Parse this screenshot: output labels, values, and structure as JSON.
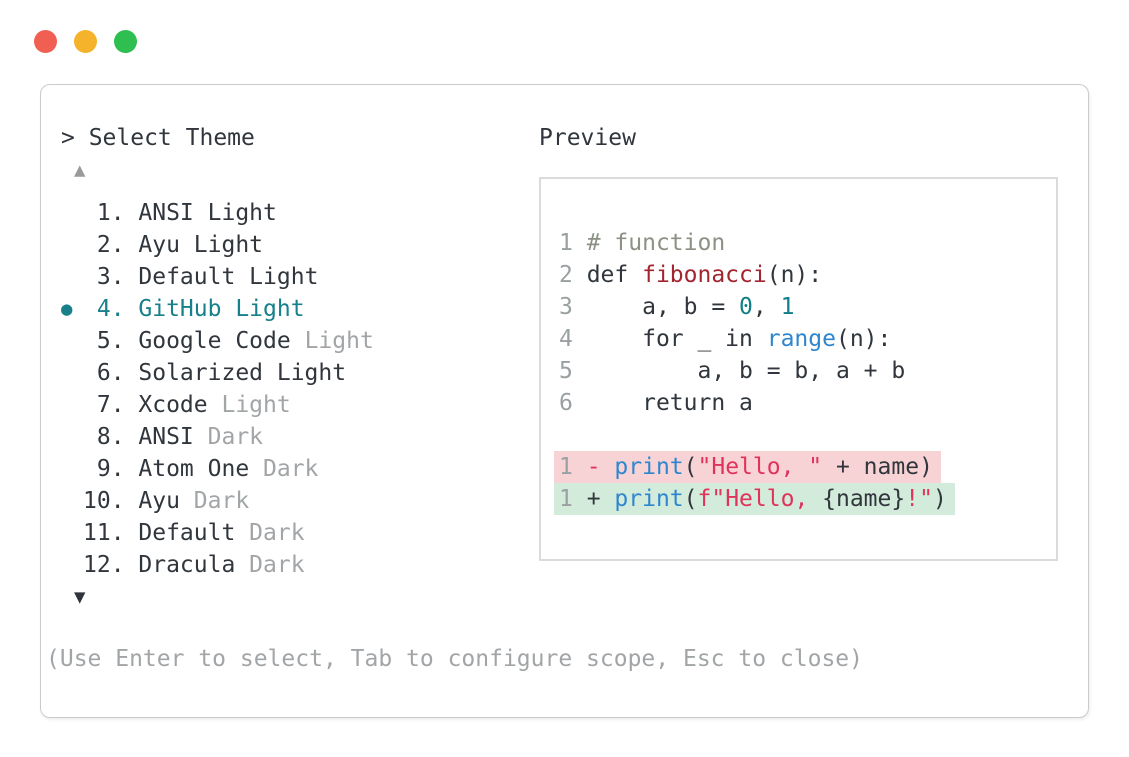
{
  "window": {
    "traffic_lights": [
      {
        "name": "close",
        "color": "#f15e52"
      },
      {
        "name": "minimize",
        "color": "#f4b32b"
      },
      {
        "name": "zoom",
        "color": "#2ebf50"
      }
    ]
  },
  "theme_picker": {
    "title": "> Select Theme",
    "scroll_up_indicator": "▲",
    "scroll_down_indicator": "▼",
    "items": [
      {
        "number": 1,
        "name": "ANSI",
        "variant": "Light",
        "variant_dim": false,
        "selected": false
      },
      {
        "number": 2,
        "name": "Ayu",
        "variant": "Light",
        "variant_dim": false,
        "selected": false
      },
      {
        "number": 3,
        "name": "Default",
        "variant": "Light",
        "variant_dim": false,
        "selected": false
      },
      {
        "number": 4,
        "name": "GitHub",
        "variant": "Light",
        "variant_dim": false,
        "selected": true
      },
      {
        "number": 5,
        "name": "Google Code",
        "variant": "Light",
        "variant_dim": true,
        "selected": false
      },
      {
        "number": 6,
        "name": "Solarized",
        "variant": "Light",
        "variant_dim": false,
        "selected": false
      },
      {
        "number": 7,
        "name": "Xcode",
        "variant": "Light",
        "variant_dim": true,
        "selected": false
      },
      {
        "number": 8,
        "name": "ANSI",
        "variant": "Dark",
        "variant_dim": true,
        "selected": false
      },
      {
        "number": 9,
        "name": "Atom One",
        "variant": "Dark",
        "variant_dim": true,
        "selected": false
      },
      {
        "number": 10,
        "name": "Ayu",
        "variant": "Dark",
        "variant_dim": true,
        "selected": false
      },
      {
        "number": 11,
        "name": "Default",
        "variant": "Dark",
        "variant_dim": true,
        "selected": false
      },
      {
        "number": 12,
        "name": "Dracula",
        "variant": "Dark",
        "variant_dim": true,
        "selected": false
      }
    ],
    "hint": "(Use Enter to select, Tab to configure scope, Esc to close)"
  },
  "preview": {
    "title": "Preview",
    "code_lines": [
      {
        "n": "1",
        "tokens": [
          {
            "t": "# function",
            "s": "comment"
          }
        ]
      },
      {
        "n": "2",
        "tokens": [
          {
            "t": "def ",
            "s": "text"
          },
          {
            "t": "fibonacci",
            "s": "func"
          },
          {
            "t": "(n):",
            "s": "text"
          }
        ]
      },
      {
        "n": "3",
        "tokens": [
          {
            "t": "    a, b = ",
            "s": "text"
          },
          {
            "t": "0",
            "s": "number"
          },
          {
            "t": ", ",
            "s": "text"
          },
          {
            "t": "1",
            "s": "number"
          }
        ]
      },
      {
        "n": "4",
        "tokens": [
          {
            "t": "    for _ in ",
            "s": "text"
          },
          {
            "t": "range",
            "s": "call"
          },
          {
            "t": "(n):",
            "s": "text"
          }
        ]
      },
      {
        "n": "5",
        "tokens": [
          {
            "t": "        a, b = b, a + b",
            "s": "text"
          }
        ]
      },
      {
        "n": "6",
        "tokens": [
          {
            "t": "    return a",
            "s": "text"
          }
        ]
      }
    ],
    "diff_lines": [
      {
        "n": "1",
        "kind": "removed",
        "tokens": [
          {
            "t": "- ",
            "s": "deletion"
          },
          {
            "t": "print",
            "s": "call"
          },
          {
            "t": "(",
            "s": "text"
          },
          {
            "t": "\"Hello, \"",
            "s": "string"
          },
          {
            "t": " + name)",
            "s": "text"
          }
        ]
      },
      {
        "n": "1",
        "kind": "added",
        "tokens": [
          {
            "t": "+ ",
            "s": "text"
          },
          {
            "t": "print",
            "s": "call"
          },
          {
            "t": "(",
            "s": "text"
          },
          {
            "t": "f\"Hello, ",
            "s": "string"
          },
          {
            "t": "{name}",
            "s": "text"
          },
          {
            "t": "!\"",
            "s": "string"
          },
          {
            "t": ")",
            "s": "text"
          }
        ]
      }
    ]
  },
  "colors": {
    "accent_teal": "#17808a",
    "text_dark": "#30363c",
    "text_dim": "#a2a5a7",
    "scroll_up": "#9b9b9b",
    "scroll_down": "#2e343a",
    "line_number": "#9aa0a2",
    "comment": "#8b9184",
    "function_red": "#a2262f",
    "call_blue": "#2e86cf",
    "number_teal": "#0f7e87",
    "string_pink": "#e0335c",
    "removed_bg": "#f8d3d5",
    "added_bg": "#d3ebda"
  }
}
